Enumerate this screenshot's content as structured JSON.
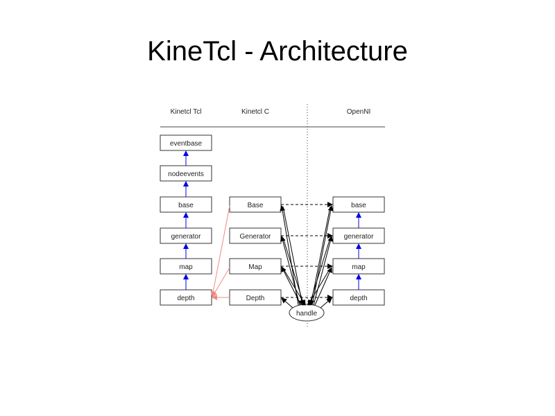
{
  "title": "KineTcl - Architecture",
  "columns": {
    "tcl": "Kinetcl Tcl",
    "c": "Kinetcl C",
    "openni": "OpenNI"
  },
  "tcl_nodes": [
    "eventbase",
    "nodeevents",
    "base",
    "generator",
    "map",
    "depth"
  ],
  "c_nodes": [
    "Base",
    "Generator",
    "Map",
    "Depth"
  ],
  "openni_nodes": [
    "base",
    "generator",
    "map",
    "depth"
  ],
  "handle_label": "handle",
  "colors": {
    "inheritance_edge": "#0000e6",
    "cross_edge": "#f08a80",
    "handle_edge": "#000000"
  }
}
